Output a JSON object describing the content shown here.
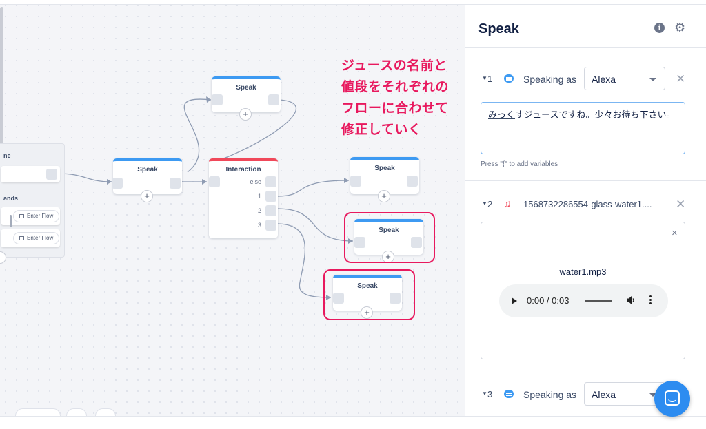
{
  "canvas": {
    "left_block": {
      "title_fragment": "ne",
      "commands_fragment": "ands",
      "enter_flow_1": "Enter Flow",
      "enter_flow_2": "Enter Flow"
    },
    "nodes": {
      "speak_left": {
        "title": "Speak"
      },
      "speak_top": {
        "title": "Speak"
      },
      "interaction": {
        "title": "Interaction",
        "ports": [
          "else",
          "1",
          "2",
          "3"
        ]
      },
      "speak_right_top": {
        "title": "Speak"
      },
      "speak_right_mid": {
        "title": "Speak"
      },
      "speak_right_bottom": {
        "title": "Speak"
      }
    },
    "add_symbol": "+"
  },
  "annotation": {
    "lines": [
      "ジュースの名前と",
      "値段をそれぞれの",
      "フローに合わせて",
      "修正していく"
    ],
    "color": "#e8195e"
  },
  "panel": {
    "title": "Speak",
    "steps": [
      {
        "index": "1",
        "speaking_as_label": "Speaking as",
        "voice": "Alexa",
        "text_part1": "みっく",
        "text_part2": "すジュースですね。少々お待ち下さい。",
        "hint": "Press \"{\" to add variables"
      },
      {
        "index": "2",
        "audio_name": "1568732286554-glass-water1....",
        "file_name": "water1.mp3",
        "time": "0:00 / 0:03"
      },
      {
        "index": "3",
        "speaking_as_label": "Speaking as",
        "voice": "Alexa"
      }
    ]
  },
  "colors": {
    "accent_blue": "#3d9af2",
    "interaction_red": "#f0485a",
    "launcher_blue": "#2d8cf0"
  }
}
